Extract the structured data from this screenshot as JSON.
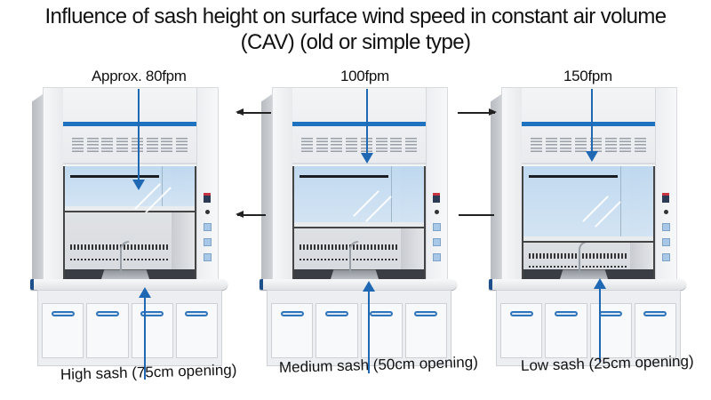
{
  "title": {
    "line1": "Influence of sash height on surface wind speed in constant air volume",
    "line2": "(CAV) (old or simple type)"
  },
  "colors": {
    "accent_blue": "#1f68b4",
    "stripe_blue": "#1f72bf",
    "glass": "#c3dbf1",
    "cabinet_white": "#f4f5f7",
    "connector_arrow": "#222222"
  },
  "hoods": [
    {
      "id": "high",
      "face_velocity_label": "Approx. 80fpm",
      "sash_label": "High sash (75cm opening)",
      "sash_opening_cm": 75,
      "face_velocity_fpm": 80,
      "airflow_arrow_icon": "arrow-down-icon",
      "opening_arrow_icon": "arrow-up-icon"
    },
    {
      "id": "medium",
      "face_velocity_label": "100fpm",
      "sash_label": "Medium sash (50cm opening)",
      "sash_opening_cm": 50,
      "face_velocity_fpm": 100,
      "airflow_arrow_icon": "arrow-down-icon",
      "opening_arrow_icon": "arrow-up-icon"
    },
    {
      "id": "low",
      "face_velocity_label": "150fpm",
      "sash_label": "Low sash (25cm opening)",
      "sash_opening_cm": 25,
      "face_velocity_fpm": 150,
      "airflow_arrow_icon": "arrow-down-icon",
      "opening_arrow_icon": "arrow-up-icon"
    }
  ],
  "connectors": [
    {
      "from": "medium",
      "to": "high",
      "direction": "left",
      "position": "top"
    },
    {
      "from": "medium",
      "to": "high",
      "direction": "left",
      "position": "sash"
    },
    {
      "from": "medium",
      "to": "low",
      "direction": "right",
      "position": "top"
    },
    {
      "from": "medium",
      "to": "low",
      "direction": "none",
      "position": "sash"
    }
  ]
}
